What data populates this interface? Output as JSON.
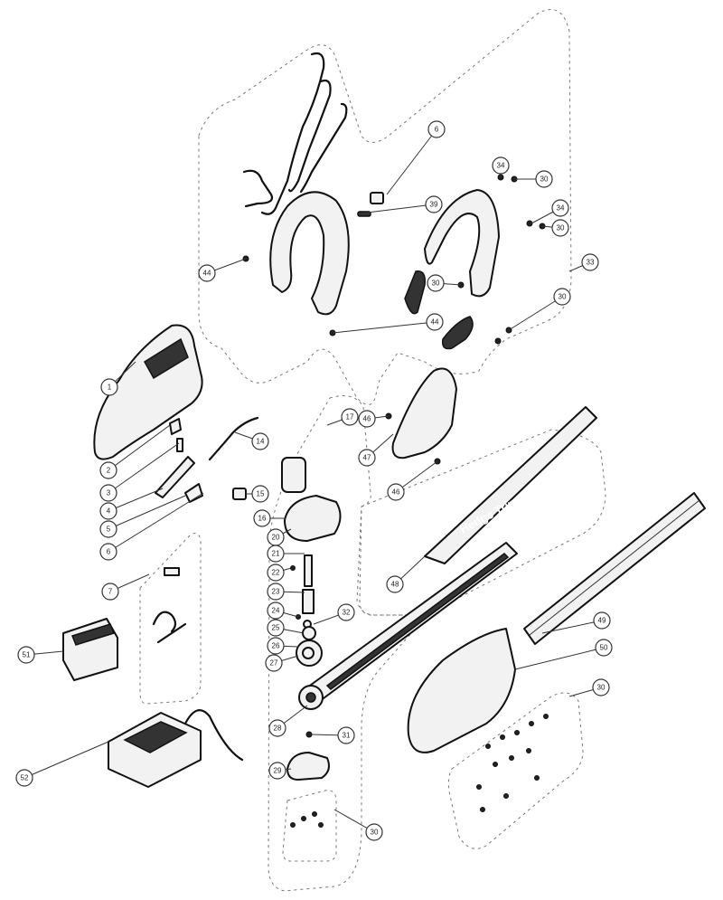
{
  "callouts": [
    {
      "id": "c6a",
      "number": "6"
    },
    {
      "id": "c34a",
      "number": "34"
    },
    {
      "id": "c30a",
      "number": "30"
    },
    {
      "id": "c39",
      "number": "39"
    },
    {
      "id": "c34b",
      "number": "34"
    },
    {
      "id": "c30b",
      "number": "30"
    },
    {
      "id": "c33",
      "number": "33"
    },
    {
      "id": "c44a",
      "number": "44"
    },
    {
      "id": "c30c",
      "number": "30"
    },
    {
      "id": "c30d",
      "number": "30"
    },
    {
      "id": "c44b",
      "number": "44"
    },
    {
      "id": "c1",
      "number": "1"
    },
    {
      "id": "c17",
      "number": "17"
    },
    {
      "id": "c46a",
      "number": "46"
    },
    {
      "id": "c47",
      "number": "47"
    },
    {
      "id": "c14",
      "number": "14"
    },
    {
      "id": "c2",
      "number": "2"
    },
    {
      "id": "c3",
      "number": "3"
    },
    {
      "id": "c46b",
      "number": "46"
    },
    {
      "id": "c4",
      "number": "4"
    },
    {
      "id": "c5",
      "number": "5"
    },
    {
      "id": "c15",
      "number": "15"
    },
    {
      "id": "c16",
      "number": "16"
    },
    {
      "id": "c20",
      "number": "20"
    },
    {
      "id": "c6b",
      "number": "6"
    },
    {
      "id": "c21",
      "number": "21"
    },
    {
      "id": "c22",
      "number": "22"
    },
    {
      "id": "c48",
      "number": "48"
    },
    {
      "id": "c7",
      "number": "7"
    },
    {
      "id": "c23",
      "number": "23"
    },
    {
      "id": "c49",
      "number": "49"
    },
    {
      "id": "c24",
      "number": "24"
    },
    {
      "id": "c32",
      "number": "32"
    },
    {
      "id": "c25",
      "number": "25"
    },
    {
      "id": "c26",
      "number": "26"
    },
    {
      "id": "c50",
      "number": "50"
    },
    {
      "id": "c51",
      "number": "51"
    },
    {
      "id": "c27",
      "number": "27"
    },
    {
      "id": "c30e",
      "number": "30"
    },
    {
      "id": "c28",
      "number": "28"
    },
    {
      "id": "c31",
      "number": "31"
    },
    {
      "id": "c52",
      "number": "52"
    },
    {
      "id": "c29",
      "number": "29"
    },
    {
      "id": "c30f",
      "number": "30"
    }
  ],
  "decal": {
    "text": "Hedge Trimmer"
  },
  "colors": {
    "line": "#111111",
    "part_fill": "#f2f2f2",
    "zone_stroke": "#777777",
    "background": "#ffffff"
  }
}
